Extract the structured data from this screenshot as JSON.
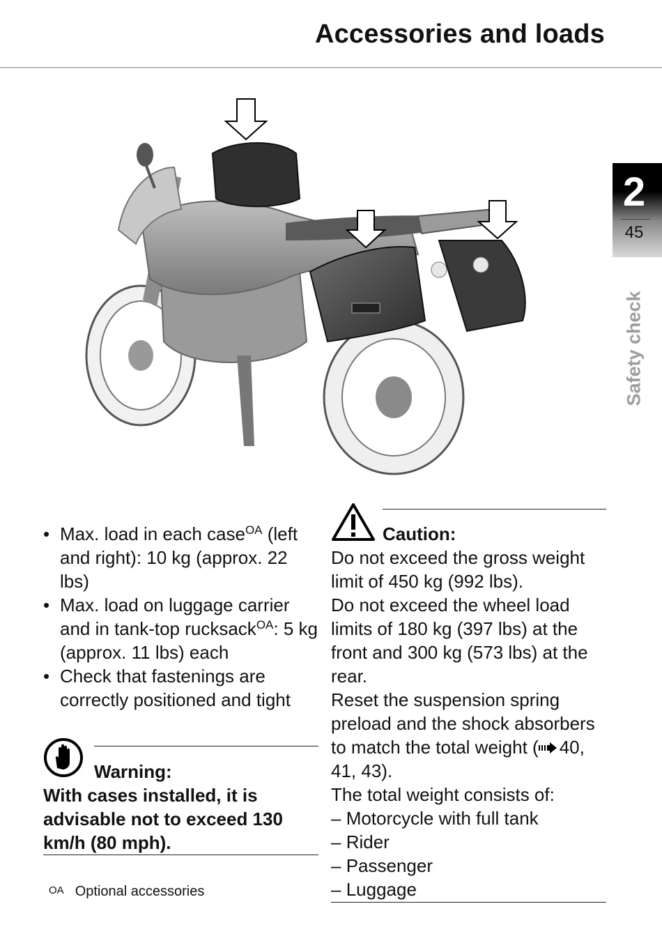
{
  "header": {
    "title": "Accessories and loads"
  },
  "chapter_tab": {
    "number": "2",
    "page": "45",
    "section": "Safety check"
  },
  "illustration": {
    "label_arrows": 3
  },
  "left_column": {
    "bullets": [
      {
        "before": "Max. load in each case",
        "sup": "OA",
        "after": " (left and right): 10 kg (approx. 22 lbs)"
      },
      {
        "before": "Max. load on luggage carrier and in tank-top rucksack",
        "sup": "OA",
        "after": ": 5 kg (approx. 11 lbs) each"
      },
      {
        "before": "Check that fastenings are correctly positioned and tight",
        "sup": "",
        "after": ""
      }
    ]
  },
  "warning": {
    "heading": "Warning:",
    "text": "With cases installed, it is advisable not to exceed 130 km/h (80 mph)."
  },
  "footnote": {
    "abbr": "OA",
    "text": "Optional accessories"
  },
  "caution": {
    "heading": "Caution:",
    "p1": "Do not exceed the gross weight limit of 450 kg (992 lbs).",
    "p2": "Do not exceed the wheel load limits of 180 kg (397 lbs) at the front and 300 kg (573 lbs) at the rear.",
    "p3_text": "Reset the suspension spring preload and the shock absorbers to match the total weight",
    "p3_refs": "40, 41, 43",
    "p4": "The total weight consists of:",
    "items": [
      "Motorcycle with full tank",
      "Rider",
      "Passenger",
      "Luggage"
    ]
  }
}
